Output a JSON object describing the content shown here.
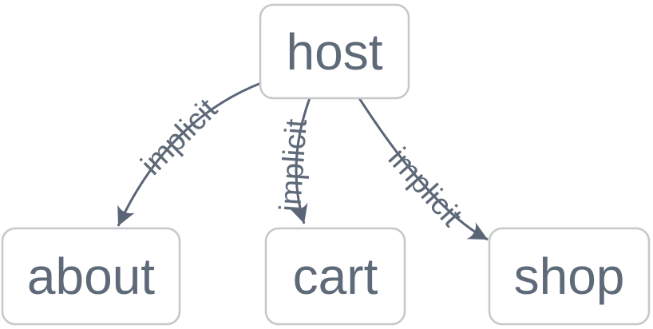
{
  "diagram": {
    "type": "directed-graph",
    "background": "#ffffff",
    "nodes": [
      {
        "id": "host",
        "label": "host"
      },
      {
        "id": "about",
        "label": "about"
      },
      {
        "id": "cart",
        "label": "cart"
      },
      {
        "id": "shop",
        "label": "shop"
      }
    ],
    "edges": [
      {
        "from": "host",
        "to": "about",
        "label": "implicit"
      },
      {
        "from": "host",
        "to": "cart",
        "label": "implicit"
      },
      {
        "from": "host",
        "to": "shop",
        "label": "implicit"
      }
    ],
    "colors": {
      "node_fill": "#ffffff",
      "node_border": "#c6c7c9",
      "node_text": "#5f6a79",
      "edge": "#5a6577",
      "edge_label": "#5f6a79"
    }
  }
}
